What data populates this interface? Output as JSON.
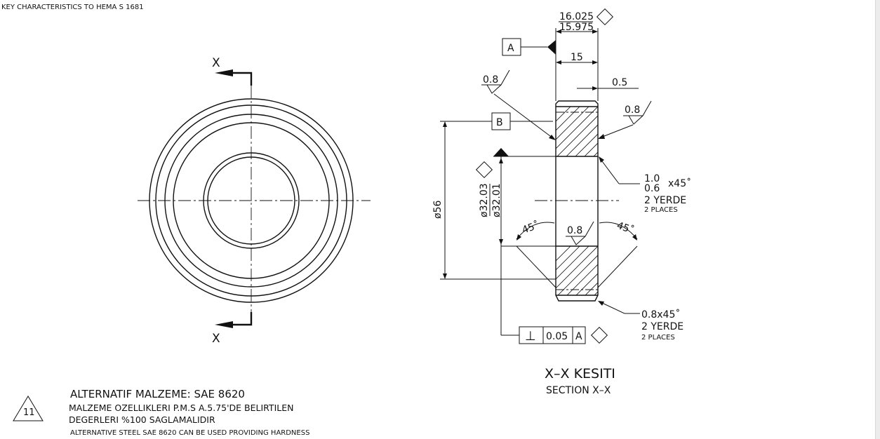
{
  "header": {
    "key_note": "KEY CHARACTERISTICS TO HEMA S 1681"
  },
  "front_view": {
    "section_mark": "X"
  },
  "section_view": {
    "datum_a": "A",
    "datum_b": "B",
    "width_max": "16.025",
    "width_min": "15.975",
    "inner_width": "15",
    "offset": "0.5",
    "roughness": "0.8",
    "bore_max": "ø32.03",
    "bore_min": "ø32.01",
    "outer_dia": "ø56",
    "angle": "45˚",
    "chamfer_top": "1.0",
    "chamfer_bottom": "0.6",
    "chamfer_angle": "x45˚",
    "yerde": "2 YERDE",
    "places": "2 PLACES",
    "chamfer_lower": "0.8x45˚",
    "gdt_symbol": "⊥",
    "gdt_tolerance": "0.05",
    "gdt_datum": "A",
    "title_tr": "X–X KESITI",
    "title_en": "SECTION X–X"
  },
  "notes": {
    "triangle_number": "11",
    "line1": "ALTERNATIF MALZEME: SAE 8620",
    "line2": "MALZEME OZELLIKLERI P.M.S A.5.75'DE BELIRTILEN",
    "line3": "DEGERLERI %100 SAGLAMALIDIR",
    "line4": "ALTERNATIVE STEEL SAE 8620 CAN BE USED PROVIDING HARDNESS"
  }
}
